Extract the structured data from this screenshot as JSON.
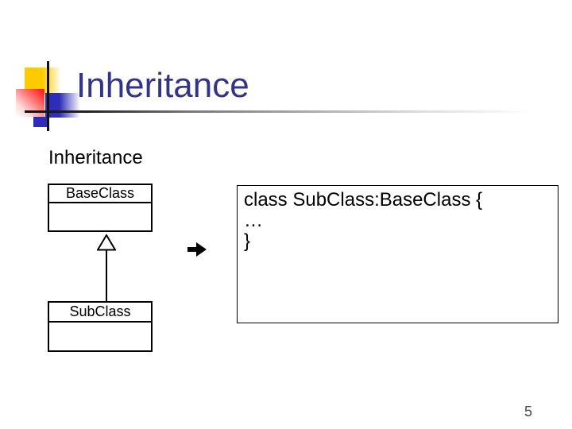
{
  "slide": {
    "title": "Inheritance",
    "subtitle": "Inheritance",
    "page_number": "5"
  },
  "diagram": {
    "base_class": {
      "name": "BaseClass"
    },
    "sub_class": {
      "name": "SubClass"
    },
    "relation": "generalization (hollow triangle arrow from SubClass to BaseClass)"
  },
  "code": {
    "lines": {
      "0": "class SubClass:BaseClass {",
      "1": "…",
      "2": "}"
    }
  },
  "icons": {
    "arrow": "right-arrow",
    "triangle": "inheritance-triangle"
  },
  "colors": {
    "title_text": "#333388",
    "accent_yellow": "#ffcb00",
    "accent_red": "#ff2222",
    "accent_blue": "#2d2db8",
    "line_black": "#111111"
  }
}
